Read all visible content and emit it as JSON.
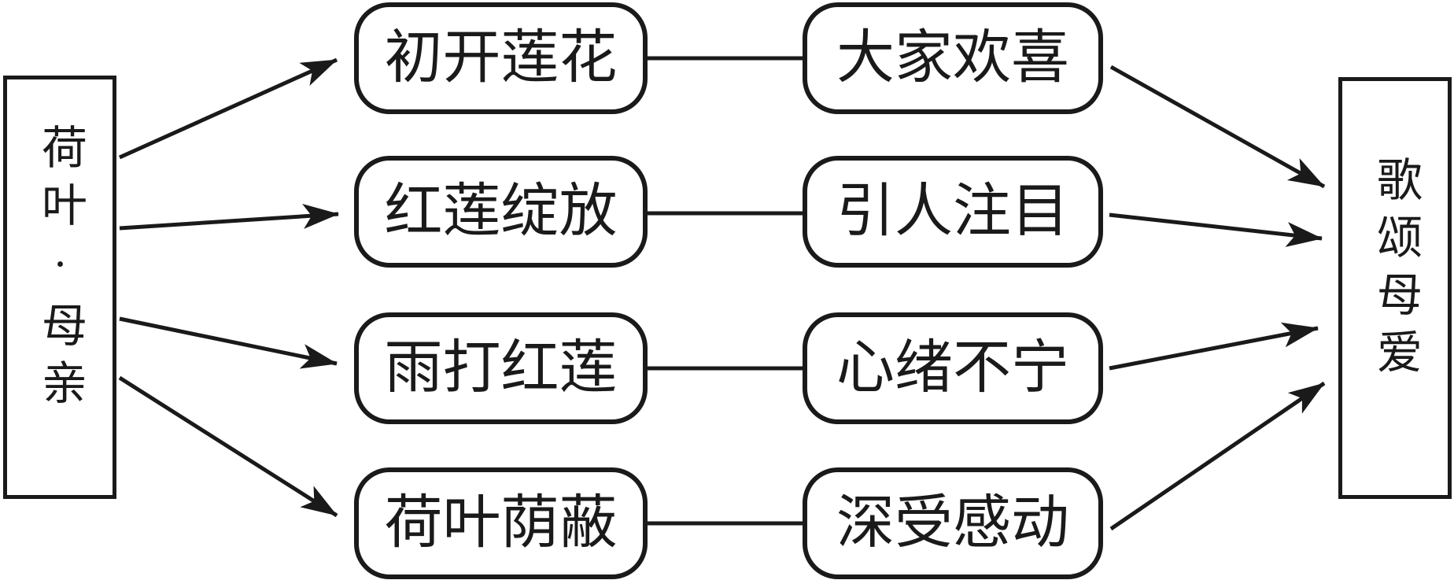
{
  "diagram": {
    "source": {
      "label": "荷叶·母亲"
    },
    "target": {
      "label": "歌颂母爱"
    },
    "rows": [
      {
        "scene": "初开莲花",
        "feeling": "大家欢喜"
      },
      {
        "scene": "红莲绽放",
        "feeling": "引人注目"
      },
      {
        "scene": "雨打红莲",
        "feeling": "心绪不宁"
      },
      {
        "scene": "荷叶荫蔽",
        "feeling": "深受感动"
      }
    ],
    "edges": [
      {
        "from": "荷叶·母亲",
        "to": "初开莲花",
        "style": "arrow"
      },
      {
        "from": "荷叶·母亲",
        "to": "红莲绽放",
        "style": "arrow"
      },
      {
        "from": "荷叶·母亲",
        "to": "雨打红莲",
        "style": "arrow"
      },
      {
        "from": "荷叶·母亲",
        "to": "荷叶荫蔽",
        "style": "arrow"
      },
      {
        "from": "初开莲花",
        "to": "大家欢喜",
        "style": "line"
      },
      {
        "from": "红莲绽放",
        "to": "引人注目",
        "style": "line"
      },
      {
        "from": "雨打红莲",
        "to": "心绪不宁",
        "style": "line"
      },
      {
        "from": "荷叶荫蔽",
        "to": "深受感动",
        "style": "line"
      },
      {
        "from": "大家欢喜",
        "to": "歌颂母爱",
        "style": "arrow"
      },
      {
        "from": "引人注目",
        "to": "歌颂母爱",
        "style": "arrow"
      },
      {
        "from": "心绪不宁",
        "to": "歌颂母爱",
        "style": "arrow"
      },
      {
        "from": "深受感动",
        "to": "歌颂母爱",
        "style": "arrow"
      }
    ],
    "colors": {
      "stroke": "#1a1a1a",
      "background": "#ffffff"
    }
  }
}
